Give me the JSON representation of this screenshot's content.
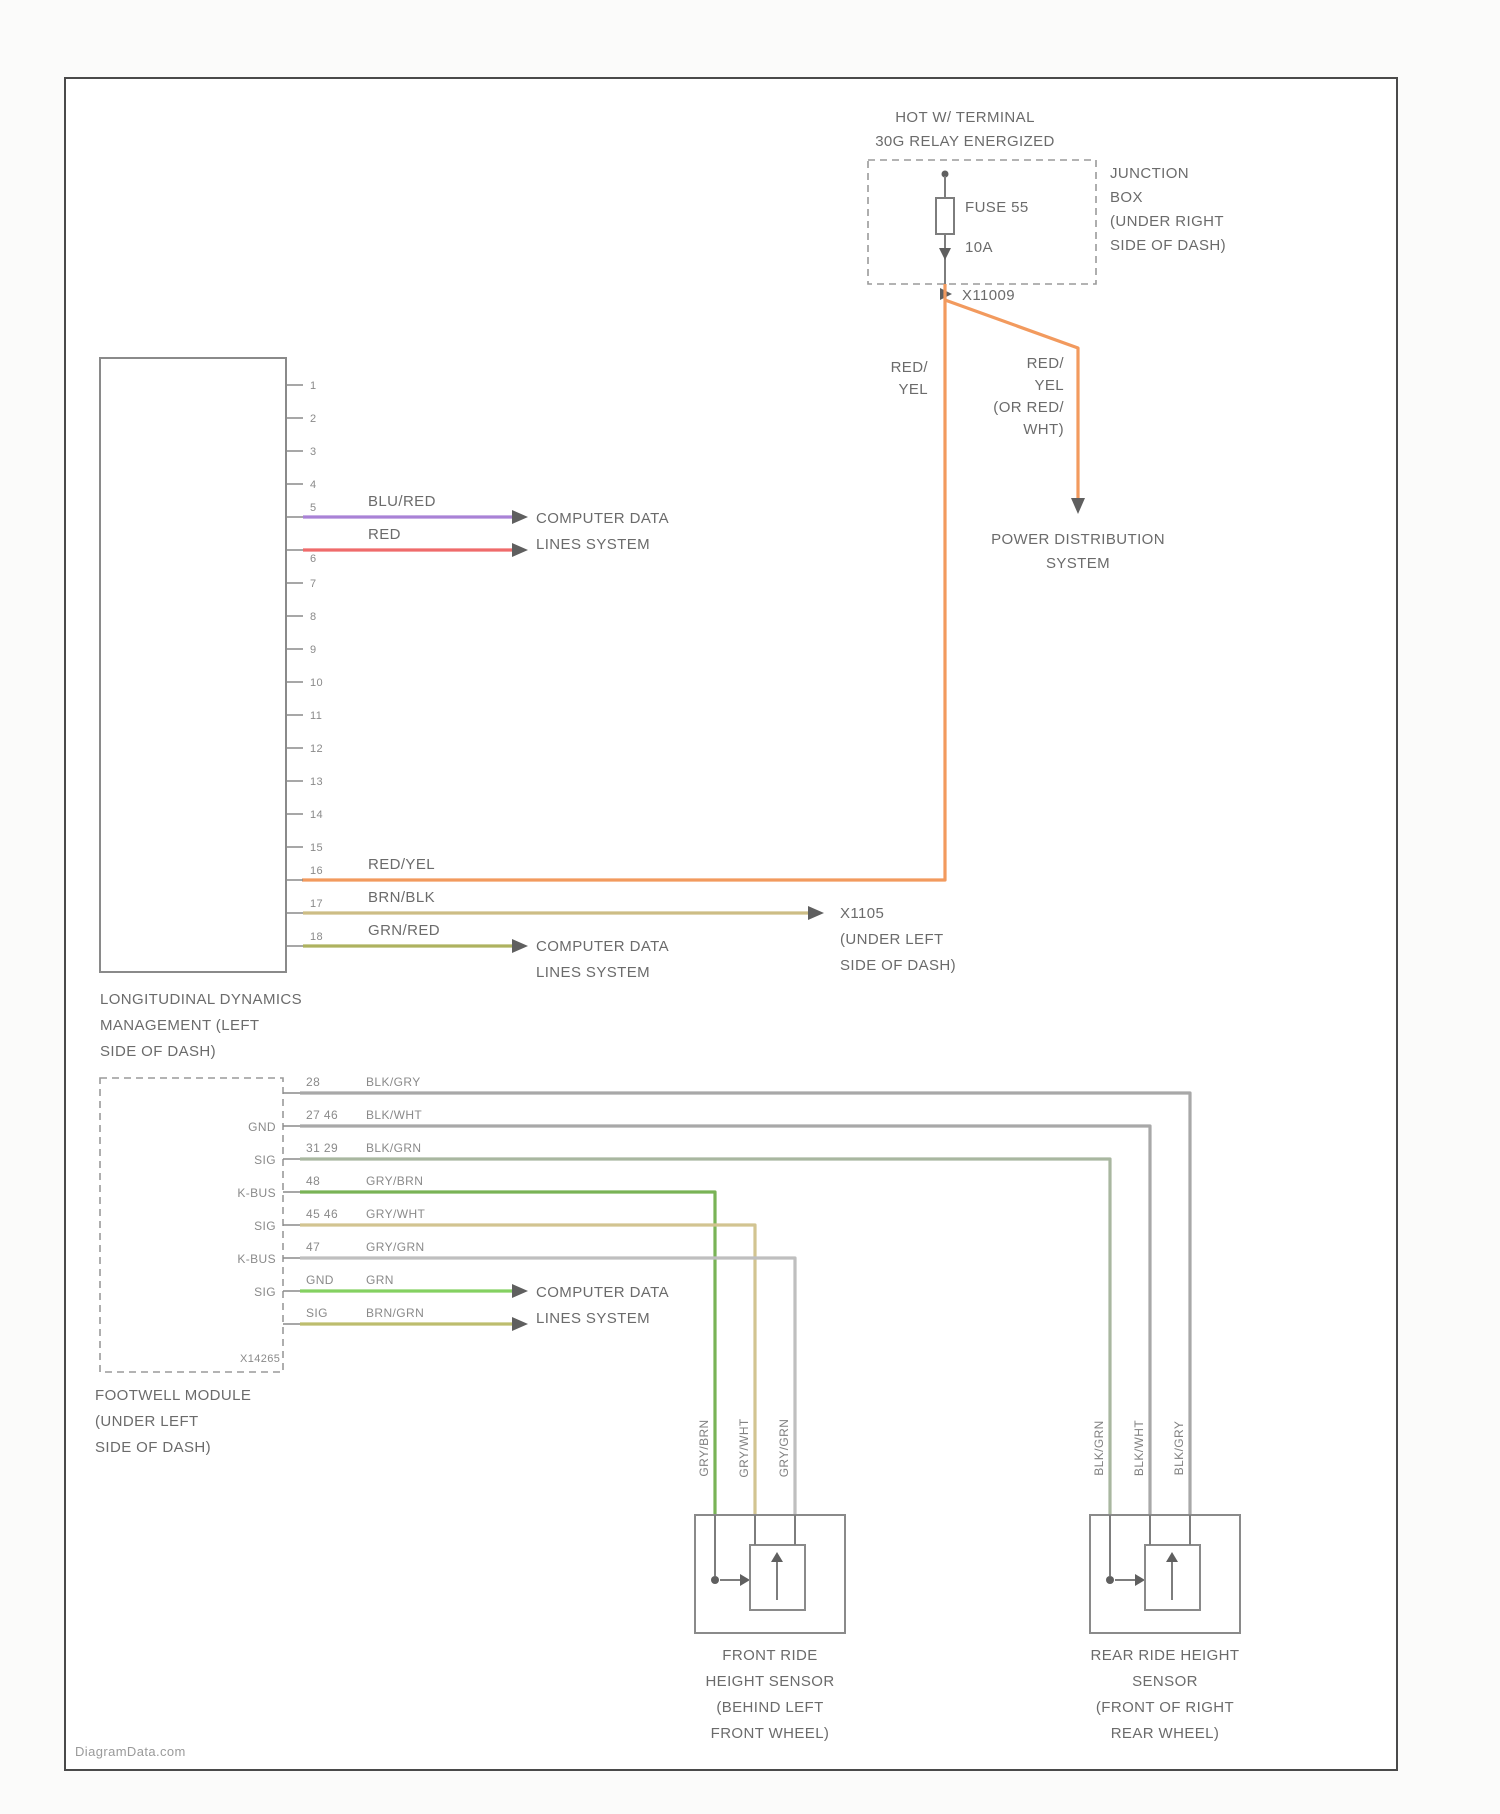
{
  "watermark": "DiagramData.com",
  "colors": {
    "orange": "#f29a5e",
    "purple": "#a982d6",
    "red": "#ef6b6b",
    "tan": "#cdbd85",
    "olive": "#aeb25f",
    "wire_grey": "#a8a8a8"
  },
  "labels": {
    "computer_data_1": "COMPUTER DATA",
    "computer_data_2": "LINES SYSTEM"
  },
  "power": {
    "hot_line_1": "HOT W/ TERMINAL",
    "hot_line_2": "30G RELAY ENERGIZED",
    "junction_lines": [
      "JUNCTION",
      "BOX",
      "(UNDER RIGHT",
      "SIDE OF DASH)"
    ],
    "fuse_label": "FUSE 55",
    "amp_label": "10A",
    "connector_label": "X11009",
    "wire_left": [
      "RED/",
      "YEL"
    ],
    "wire_right": [
      "RED/",
      "YEL",
      "(OR RED/",
      "WHT)"
    ],
    "pds_lines": [
      "POWER DISTRIBUTION",
      "SYSTEM"
    ]
  },
  "ldm": {
    "pins": [
      "1",
      "2",
      "3",
      "4",
      "5",
      "6",
      "7",
      "8",
      "9",
      "10",
      "11",
      "12",
      "13",
      "14",
      "15",
      "16",
      "17",
      "18"
    ],
    "caption": [
      "LONGITUDINAL DYNAMICS",
      "MANAGEMENT (LEFT",
      "SIDE OF DASH)"
    ],
    "wire_blu_red": "BLU/RED",
    "wire_red": "RED",
    "wire_red_yel": "RED/YEL",
    "wire_brn_blk": "BRN/BLK",
    "wire_grn_red": "GRN/RED",
    "x1105": [
      "X1105",
      "(UNDER LEFT",
      "SIDE OF DASH)"
    ]
  },
  "fwm": {
    "caption": [
      "FOOTWELL MODULE",
      "(UNDER LEFT",
      "SIDE OF DASH)"
    ],
    "connector_label": "X14265",
    "rows": [
      {
        "left": "",
        "pin": "28",
        "color": "BLK/GRY",
        "hex": "#a8a8a8"
      },
      {
        "left": "GND",
        "pin": "27 46",
        "color": "BLK/WHT",
        "hex": "#a8a8a8"
      },
      {
        "left": "SIG",
        "pin": "31 29",
        "color": "BLK/GRN",
        "hex": "#a9b7a0"
      },
      {
        "left": "K-BUS",
        "pin": "48",
        "color": "GRY/BRN",
        "hex": "#79b356"
      },
      {
        "left": "SIG",
        "pin": "45 46",
        "color": "GRY/WHT",
        "hex": "#d2c491"
      },
      {
        "left": "K-BUS",
        "pin": "47",
        "color": "GRY/GRN",
        "hex": "#bfbfbf"
      },
      {
        "left": "SIG",
        "pin": "GND",
        "color": "GRN",
        "hex": "#84d161"
      },
      {
        "left": "",
        "pin": "SIG",
        "color": "BRN/GRN",
        "hex": "#bdbd6e"
      }
    ]
  },
  "sensors": {
    "front": {
      "caption": [
        "FRONT RIDE",
        "HEIGHT SENSOR",
        "(BEHIND LEFT",
        "FRONT WHEEL)"
      ],
      "wires": [
        "GRY/BRN",
        "GRY/WHT",
        "GRY/GRN"
      ]
    },
    "rear": {
      "caption": [
        "REAR RIDE HEIGHT",
        "SENSOR",
        "(FRONT OF RIGHT",
        "REAR WHEEL)"
      ],
      "wires": [
        "BLK/GRN",
        "BLK/WHT",
        "BLK/GRY"
      ]
    }
  }
}
